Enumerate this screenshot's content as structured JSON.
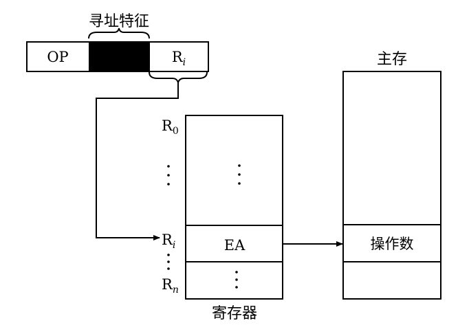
{
  "instruction": {
    "addressing_label": "寻址特征",
    "op_field": "OP",
    "reg_field": {
      "base": "R",
      "sub": "i"
    }
  },
  "registers": {
    "caption": "寄存器",
    "r0": {
      "base": "R",
      "sub": "0"
    },
    "ri": {
      "base": "R",
      "sub": "i"
    },
    "rn": {
      "base": "R",
      "sub": "n"
    },
    "ea_cell": "EA"
  },
  "memory": {
    "caption": "主存",
    "operand_cell": "操作数"
  },
  "colors": {
    "stroke": "#000000",
    "fill_black": "#000000",
    "background": "#ffffff"
  }
}
